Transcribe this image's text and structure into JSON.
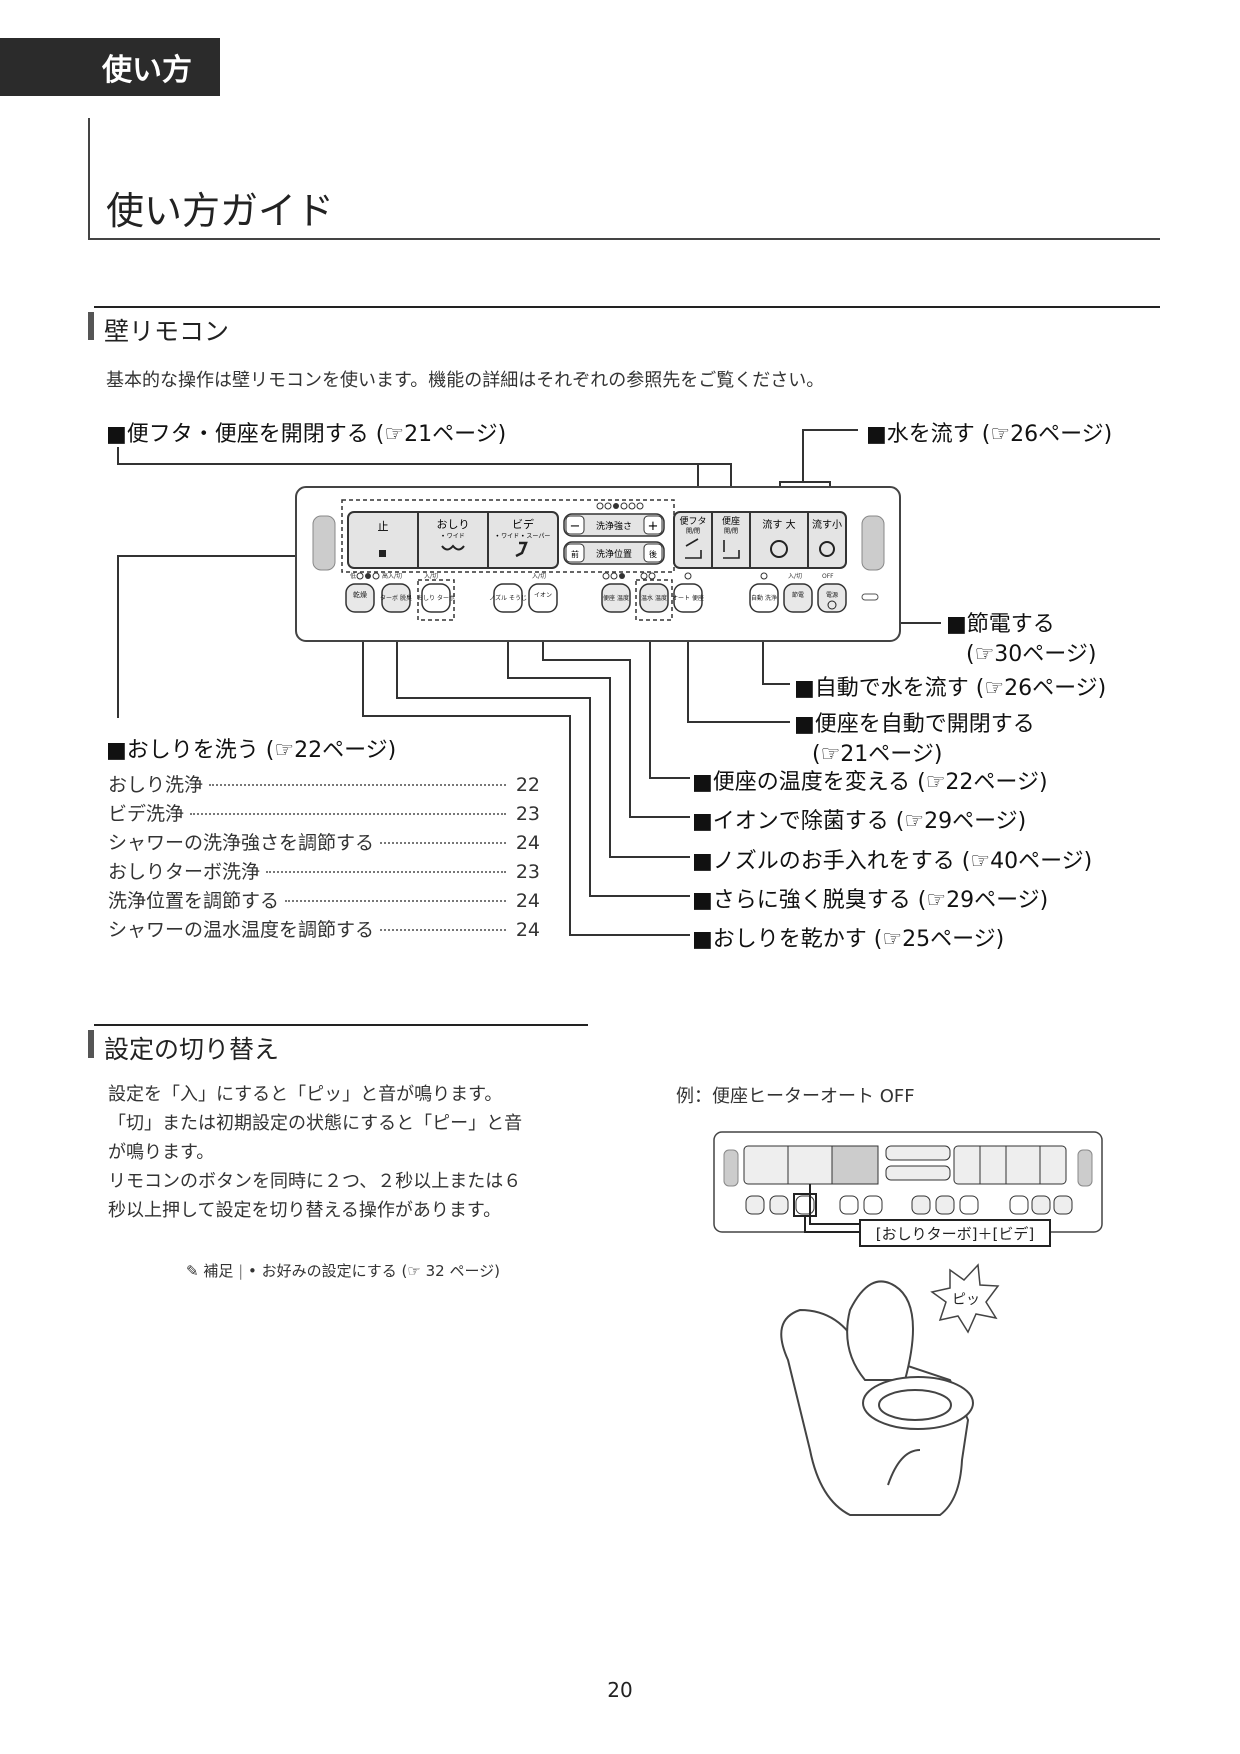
{
  "header": {
    "tab": "使い方",
    "title": "使い方ガイド"
  },
  "section1": {
    "heading": "壁リモコン",
    "intro": "基本的な操作は壁リモコンを使います。機能の詳細はそれぞれの参照先をご覧ください。"
  },
  "labels": {
    "lid": "■便フタ・便座を開閉する (☞21ページ)",
    "flush": "■水を流す (☞26ページ)",
    "eco_1": "■節電する",
    "eco_2": "(☞30ページ)",
    "autoflush": "■自動で水を流す (☞26ページ)",
    "autolid_1": "■便座を自動で開閉する",
    "autolid_2": "(☞21ページ)",
    "seat_temp": "■便座の温度を変える (☞22ページ)",
    "ion": "■イオンで除菌する (☞29ページ)",
    "nozzle": "■ノズルのお手入れをする (☞40ページ)",
    "deodor": "■さらに強く脱臭する (☞29ページ)",
    "dry": "■おしりを乾かす (☞25ページ)",
    "wash": "■おしりを洗う (☞22ページ)"
  },
  "wash_list": [
    {
      "text": "おしり洗浄",
      "page": "22"
    },
    {
      "text": "ビデ洗浄",
      "page": "23"
    },
    {
      "text": "シャワーの洗浄強さを調節する",
      "page": "24"
    },
    {
      "text": "おしりターボ洗浄",
      "page": "23"
    },
    {
      "text": "洗浄位置を調節する",
      "page": "24"
    },
    {
      "text": "シャワーの温水温度を調節する",
      "page": "24"
    }
  ],
  "remote": {
    "stop": "止",
    "oshiri": "おしり",
    "oshiri_sub": "• ワイド",
    "bide": "ビデ",
    "bide_sub": "• ワイド • スーパー",
    "strength": "洗浄強さ",
    "position": "洗浄位置",
    "minus": "−",
    "plus": "+",
    "front": "前",
    "back": "後",
    "lid": "便フタ",
    "lid_sub": "開/閉",
    "seat": "便座",
    "seat_sub": "開/閉",
    "flush_big": "流す 大",
    "flush_small": "流す小",
    "dry": "乾燥",
    "turbo_deodor": "ターボ 脱臭",
    "oshiri_turbo": "おしり ターボ",
    "nozzle": "ノズル そうじ",
    "ion": "イオン",
    "seat_temp": "便座 温度",
    "water_temp": "温水 温度",
    "auto_lid": "オート 便座",
    "auto_flush": "自動 洗浄",
    "eco": "節電",
    "power": "電源",
    "on_off": "入/切",
    "off": "OFF",
    "low": "低",
    "high": "高"
  },
  "section2": {
    "heading": "設定の切り替え",
    "para": [
      "設定を「入」にすると「ピッ」と音が鳴ります。",
      "「切」または初期設定の状態にすると「ピー」と音",
      "が鳴ります。",
      "リモコンのボタンを同時に２つ、２秒以上または６",
      "秒以上押して設定を切り替える操作があります。"
    ],
    "note_label": "補足",
    "note_text": "• お好みの設定にする (☞ 32 ページ)",
    "example": "例：便座ヒーターオート OFF",
    "combo": "[おしりターボ]＋[ビデ]",
    "beep": "ピッ"
  },
  "page_number": "20"
}
